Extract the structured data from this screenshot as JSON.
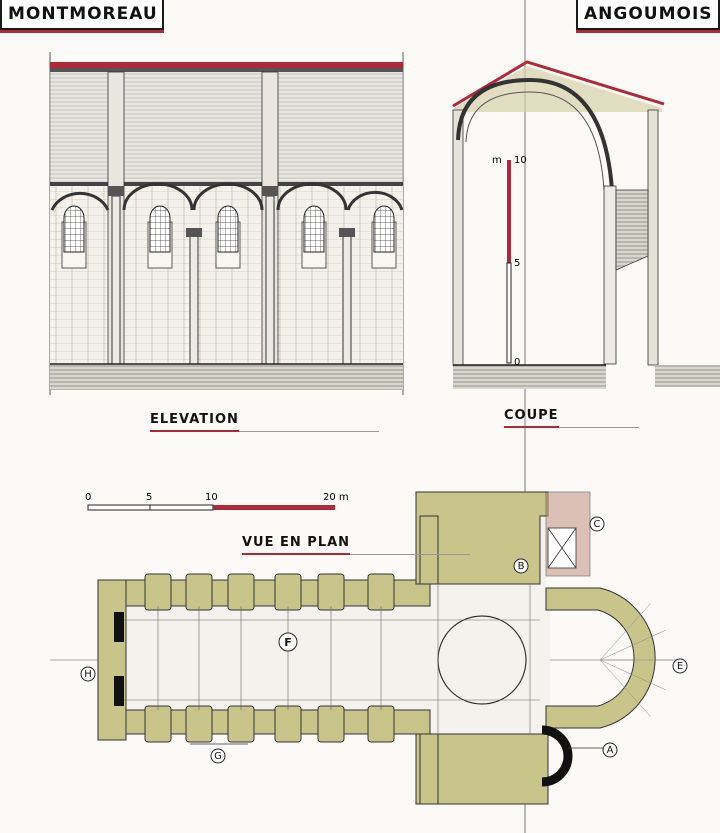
{
  "titles": {
    "left": "MONTMOREAU",
    "right": "ANGOUMOIS"
  },
  "captions": {
    "elevation": "ELEVATION",
    "coupe": "COUPE",
    "plan": "VUE EN PLAN"
  },
  "section_scale": {
    "unit": "m",
    "ticks": [
      "10",
      "5",
      "0"
    ]
  },
  "plan_scale": {
    "ticks": [
      "0",
      "5",
      "10",
      "20 m"
    ]
  },
  "plan_markers": {
    "a": "A",
    "b": "B",
    "c": "C",
    "e": "E",
    "f": "F",
    "g": "G",
    "h": "H"
  },
  "colors": {
    "accent": "#b0293a",
    "wall_fill": "#c9c48a",
    "line": "#1a1a1a"
  }
}
